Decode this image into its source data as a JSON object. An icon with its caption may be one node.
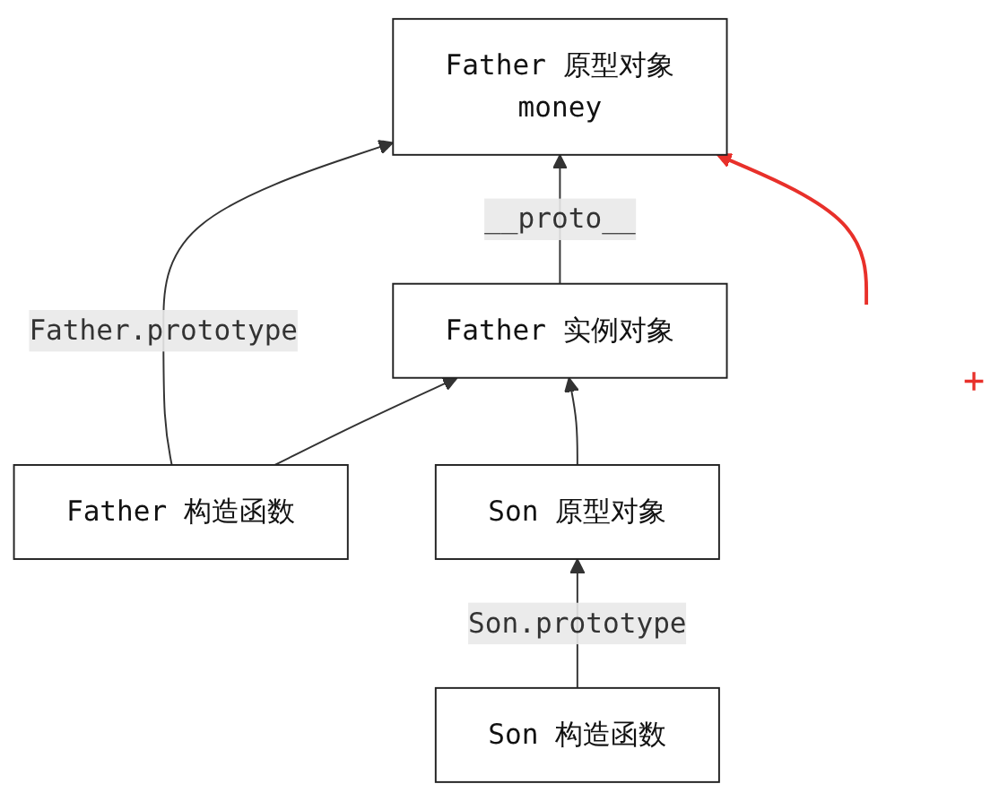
{
  "diagram": {
    "nodes": [
      {
        "text": [
          "Father 构造函数"
        ]
      },
      {
        "text": [
          "Father 原型对象",
          "money"
        ]
      },
      {
        "text": [
          "Father 实例对象"
        ]
      },
      {
        "text": [
          "Son 构造函数"
        ]
      },
      {
        "text": [
          "Son 原型对象"
        ]
      }
    ],
    "edges": [
      {
        "from": 0,
        "to": 1,
        "arrow": "to",
        "label": "Father.prototype"
      },
      {
        "from": 0,
        "to": 2,
        "arrow": "to"
      },
      {
        "from": 2,
        "to": 1,
        "arrow": "to",
        "label": "__proto__"
      },
      {
        "from": 3,
        "to": 4,
        "arrow": "to",
        "label": "Son.prototype"
      },
      {
        "from": 4,
        "to": 2,
        "arrow": "to"
      },
      {
        "from": null,
        "to": 1,
        "arrow": "to",
        "color": "#e8302a"
      }
    ],
    "labels": [
      "+"
    ]
  }
}
